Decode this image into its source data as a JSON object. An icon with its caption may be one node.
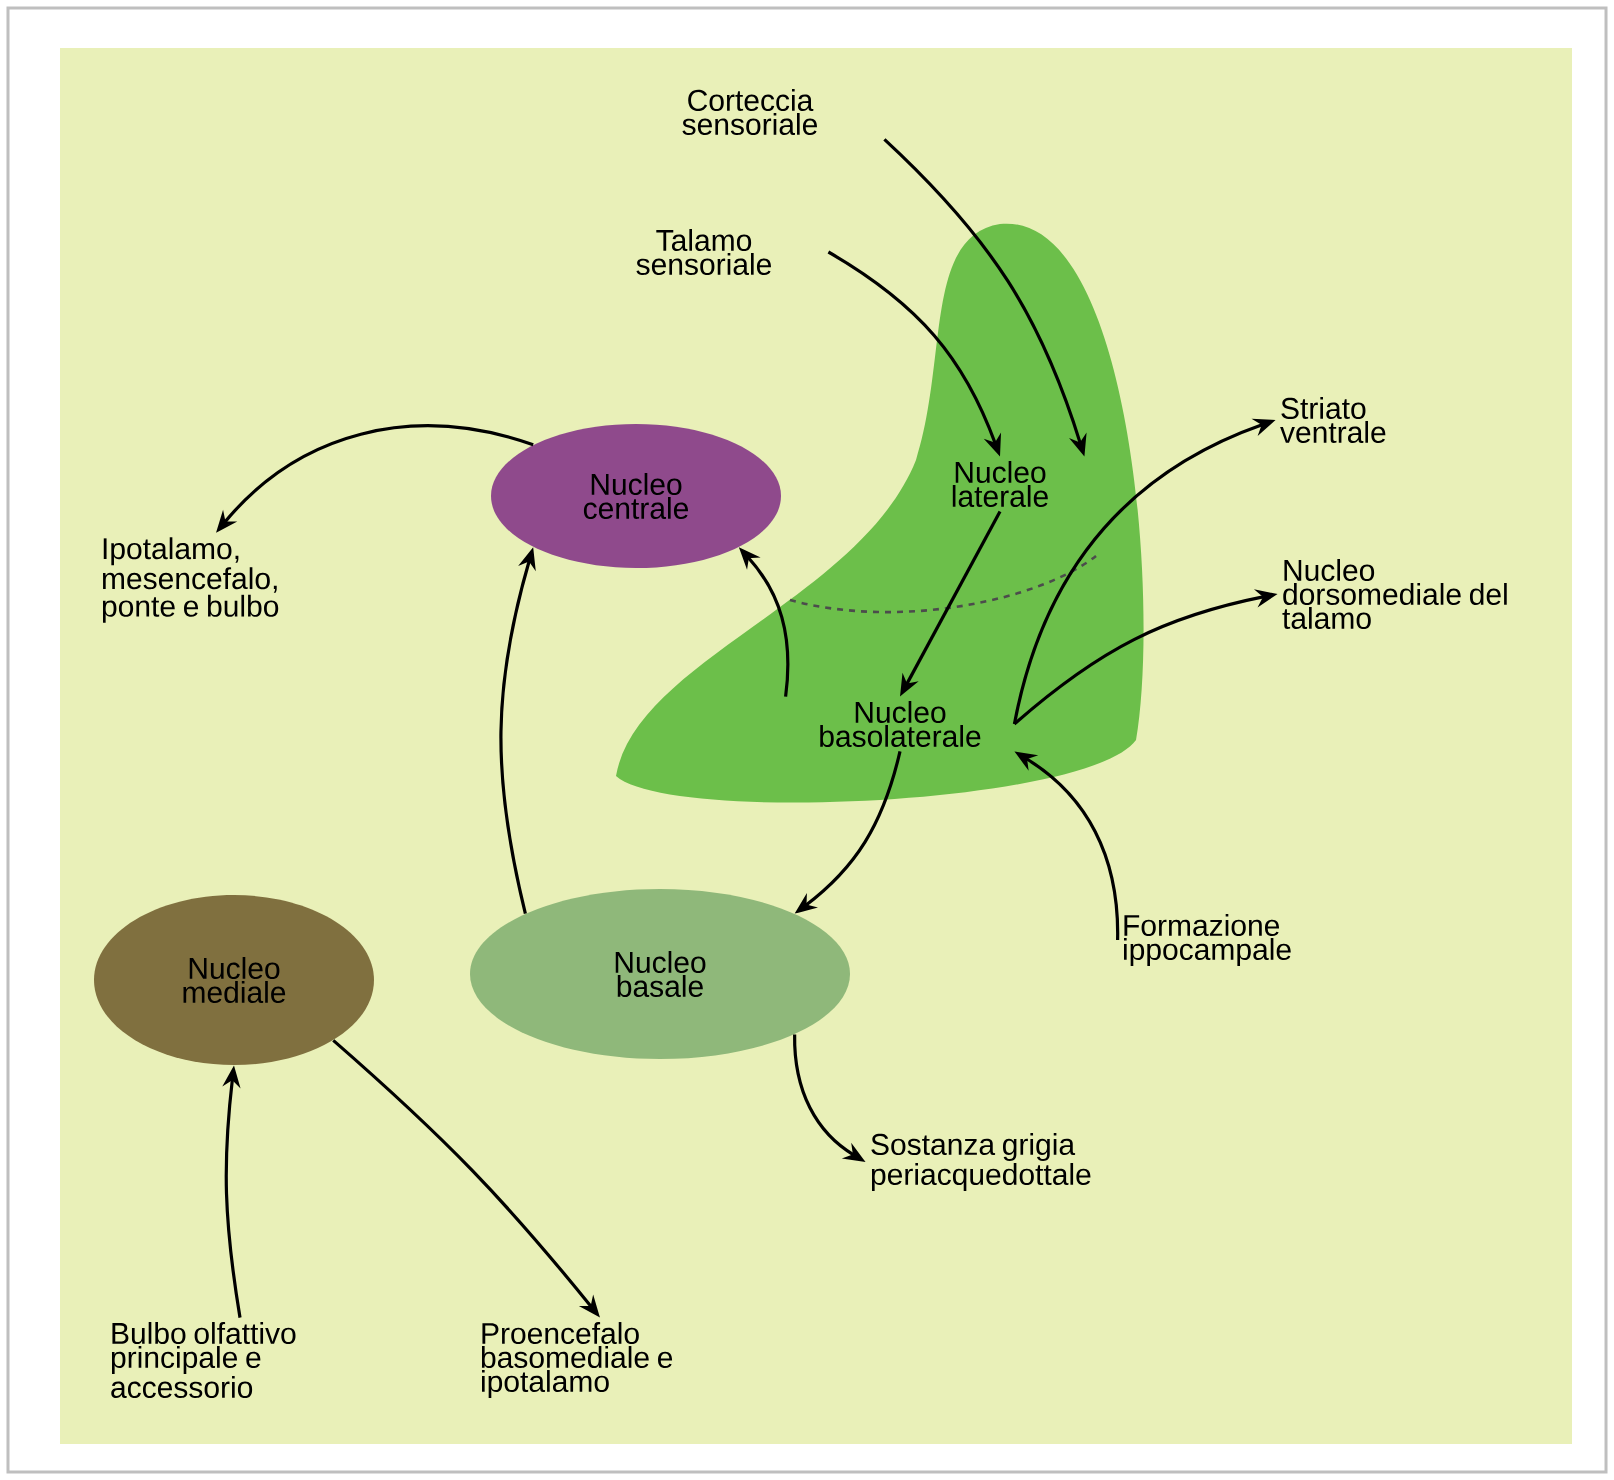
{
  "diagram": {
    "nodes": [
      {
        "text": [
          "Corteccia sensoriale"
        ]
      },
      {
        "text": [
          "Talamo sensoriale"
        ]
      },
      {
        "text": [],
        "shape": "blob"
      },
      {
        "text": [
          "Nucleo laterale"
        ],
        "in": 2
      },
      {
        "text": [
          "Nucleo basolaterale"
        ],
        "in": 2
      },
      {
        "text": [
          "Nucleo centrale"
        ]
      },
      {
        "text": [
          "Ipotalamo, mesencefalo, ponte e bulbo"
        ]
      },
      {
        "text": [
          "Striato ventrale"
        ]
      },
      {
        "text": [
          "Nucleo dorsomediale del talamo"
        ]
      },
      {
        "text": [
          "Nucleo basale"
        ]
      },
      {
        "text": [
          "Formazione ippocampale"
        ]
      },
      {
        "text": [
          "Nucleo mediale"
        ]
      },
      {
        "text": [
          "Sostanza grigia periacquedottale"
        ]
      },
      {
        "text": [
          "Bulbo olfattivo principale e accessorio"
        ]
      },
      {
        "text": [
          "Proencefalo basomediale e ipotalamo"
        ]
      }
    ],
    "edges": [
      {
        "from": 0,
        "to": 3,
        "arrow": "to"
      },
      {
        "from": 1,
        "to": 3,
        "arrow": "to"
      },
      {
        "from": 3,
        "to": 4,
        "arrow": "to"
      },
      {
        "from": 4,
        "to": 5,
        "arrow": "to"
      },
      {
        "from": 5,
        "to": 6,
        "arrow": "to"
      },
      {
        "from": 4,
        "to": 7,
        "arrow": "to"
      },
      {
        "from": 4,
        "to": 8,
        "arrow": "to"
      },
      {
        "from": 4,
        "to": 9,
        "arrow": "to"
      },
      {
        "from": 10,
        "to": 4,
        "arrow": "to"
      },
      {
        "from": 9,
        "to": 5,
        "arrow": "to"
      },
      {
        "from": 9,
        "to": 12,
        "arrow": "to"
      },
      {
        "from": 13,
        "to": 11,
        "arrow": "to"
      },
      {
        "from": 11,
        "to": 14,
        "arrow": "to"
      }
    ]
  }
}
